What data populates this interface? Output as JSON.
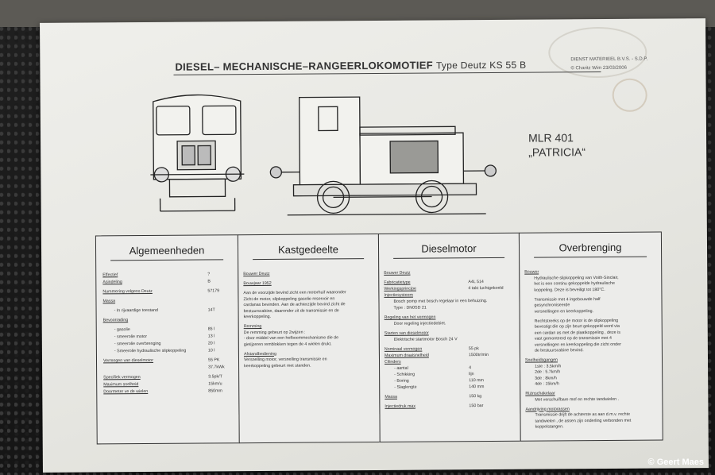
{
  "header": {
    "title": "DIESEL– MECHANISCHE–RANGEERLOKOMOTIEF",
    "type": "Type Deutz KS 55 B",
    "dept": "DIENST MATERIEEL B.V.S. - S.D.P.",
    "credit": "© Charitz Wim  23/03/2006"
  },
  "loco": {
    "number": "MLR 401",
    "name": "„PATRICIA“"
  },
  "panels": {
    "algemeen": {
      "title": "Algemeenheden"
    },
    "kast": {
      "title": "Kastgedeelte"
    },
    "diesel": {
      "title": "Dieselmotor"
    },
    "over": {
      "title": "Overbrenging"
    }
  },
  "algemeen_rows": [
    [
      "Effectief",
      "?"
    ],
    [
      "Asindeling",
      "B"
    ],
    [
      "Nummering volgens Deutz",
      "57179"
    ],
    [
      "Massa",
      ""
    ],
    [
      "- In rijvaardige toestand",
      "14T"
    ],
    [
      "Bevoorrading",
      ""
    ],
    [
      "- gasolie",
      "85 l"
    ],
    [
      "- smeerolie motor",
      "13 l"
    ],
    [
      "- smeerolie overbrenging",
      "20 l"
    ],
    [
      "- Smeerolie hydraulische slipkoppeling",
      "10 l"
    ],
    [
      "Vermogen van dieselmotor",
      "55 PK"
    ],
    [
      "",
      "37.7kWk"
    ],
    [
      "Specifiek vermogen",
      "3.5pk/T"
    ],
    [
      "Maximum snelheid",
      "15km/u"
    ],
    [
      "Doormeter ve de wielen",
      "850mm"
    ]
  ],
  "kast_rows": [
    "Bouwer     Deutz",
    "Bouwjaar     1952",
    "Aan de voorzijde bevind zicht een motorhuif waaronder",
    "Zicht de motor, slipkoppeling gasolie reservoir en",
    "cardanas bevinden. Aan de achterzijde bevind zicht de",
    "bestuurscabine, daaronder zit de transmissie en de",
    "keerkoppeling.",
    "Remming",
    "De remming gebeurt op 2wijzen :",
    "-   door middel van een hefboommechanisme  die de",
    "    gietijzeren remblokken tegen de 4 wielen drukt.",
    "Afstandbediening",
    "Versnelling motor, versnelling transmissie en",
    "keerkoppeling gebeurt met standen."
  ],
  "diesel_rows": [
    [
      "Bouwer    Deutz",
      ""
    ],
    [
      "Fabricatietype",
      "A4L 514"
    ],
    [
      "Werkingsprincipe",
      "4 takt luchtgekoeld"
    ],
    [
      "Injectiesysteem",
      ""
    ],
    [
      "Bosch pomp met bosch regelaar in een behuizing.",
      ""
    ],
    [
      "Type : DN0SD 21",
      ""
    ],
    [
      "Regeling van het vermogen",
      ""
    ],
    [
      "Door regeling injectiedebiet.",
      ""
    ],
    [
      "Starten van dieselmotor",
      ""
    ],
    [
      "Elektrische startmotor Bosch 24 V",
      ""
    ],
    [
      "Nominaal vermogen",
      "55 pk"
    ],
    [
      "Maximum draaisnelheid",
      "1500tr/min"
    ],
    [
      "Cilinders",
      ""
    ],
    [
      "- aantal",
      "4"
    ],
    [
      "- Schikking",
      "lijn"
    ],
    [
      "- Boring",
      "110 mm"
    ],
    [
      "- Slaglengte",
      "140 mm"
    ],
    [
      "Massa",
      "150 kg"
    ],
    [
      "Injectiedruk max",
      "150 bar"
    ]
  ],
  "over_rows": [
    "Bouwer",
    "Hydraulische slipkoppeling van Voith-Sinclair,",
    "het is een continu gekoppelde hydraulische",
    "koppeling. Deze is beveiligt tot 180°C.",
    "Transmissie met 4 ingebouwde half",
    "gesynchroniseerde",
    "versnellingen en keerkoppeling.",
    "Rechtstreeks op de motor is  de slipkoppeling",
    "bevestigt die op zijn beurt gekoppeld word via",
    "een cardan as met de plaatkoppeling , deze is",
    "vast gemonteerd op de transmissie met 4",
    "versnellingen en keerkoppeling die zicht onder",
    "de bestuurscabine bevind.",
    "Snelheidsgangen",
    "1ste : 3.5km/h",
    "2de : 5.7km/h",
    "3de : 8km/h",
    "4de : 15km/h",
    "Rizinschakelaar",
    "Met verschuifbare mof en rechte tandwielen .",
    "Aandrijving motorassen",
    "Transmissie drijft de achterste as aan d.m.v. rechte",
    "tandwielen , de assen zijn onderling verbonden met",
    "koppelstangen."
  ],
  "watermark": "© Geert Maes"
}
